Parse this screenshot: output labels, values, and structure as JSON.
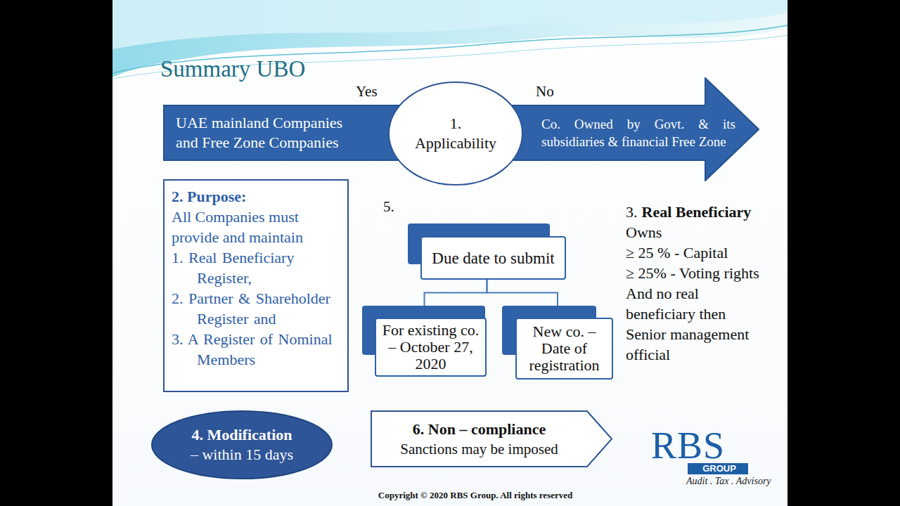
{
  "diagram": {
    "title": "Summary UBO",
    "nodes": [
      {
        "text": [
          "UAE mainland Companies and Free Zone Companies",
          "Co. Owned by Govt. & its subsidiaries & financial Free Zone"
        ]
      },
      {
        "text": [
          "1. Applicability"
        ]
      },
      {
        "text": [
          "2. Purpose:",
          "All Companies must provide and maintain",
          "1. Real Beneficiary Register,",
          "2. Partner & Shareholder Register and",
          "3. A Register of Nominal Members"
        ]
      },
      {
        "text": [
          "Due date to submit"
        ]
      },
      {
        "text": [
          "For existing co. – October 27, 2020"
        ]
      },
      {
        "text": [
          "New co. – Date of registration"
        ]
      },
      {
        "text": [
          "4. Modification",
          "– within 15 days"
        ]
      },
      {
        "text": [
          "6. Non – compliance",
          "Sanctions may be imposed"
        ]
      }
    ],
    "edges": [
      {
        "from": 3,
        "to": 4,
        "arrow": "none"
      },
      {
        "from": 3,
        "to": 5,
        "arrow": "none"
      }
    ],
    "labels": [
      "Yes",
      "No",
      "5.",
      "3.",
      "Real Beneficiary",
      "Owns",
      "≥ 25 % - Capital",
      "≥ 25% - Voting rights",
      "And no real beneficiary then Senior management official",
      "RBS",
      "GROUP",
      "Audit . Tax . Advisory",
      "Copyright © 2020 RBS Group. All rights reserved"
    ]
  }
}
